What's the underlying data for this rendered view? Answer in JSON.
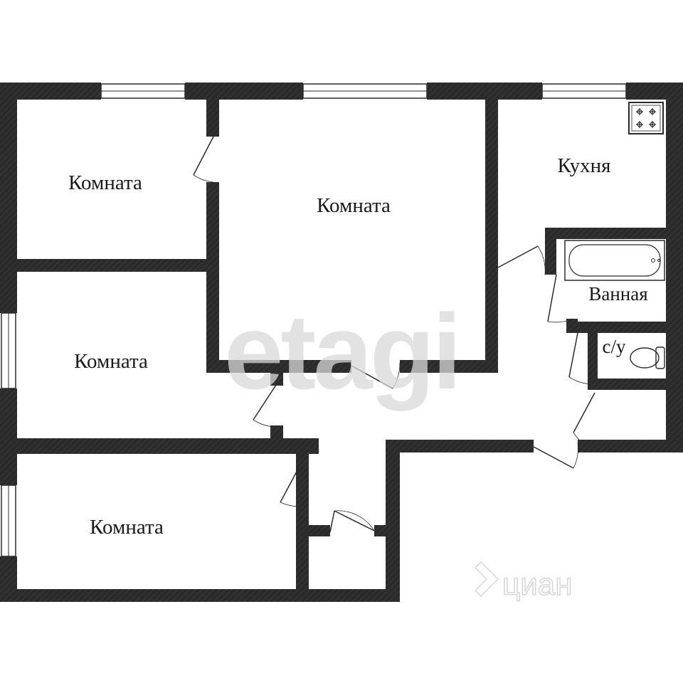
{
  "rooms": {
    "room_top_left": "Комната",
    "room_center": "Комната",
    "room_mid_left": "Комната",
    "room_bottom_left": "Комната",
    "kitchen": "Кухня",
    "bathroom": "Ванная",
    "toilet": "с/у"
  },
  "watermarks": {
    "main": "etagi",
    "corner": "циан"
  },
  "colors": {
    "wall": "#2b2b2b",
    "background": "#ffffff",
    "watermark": "#d9d9d9"
  }
}
